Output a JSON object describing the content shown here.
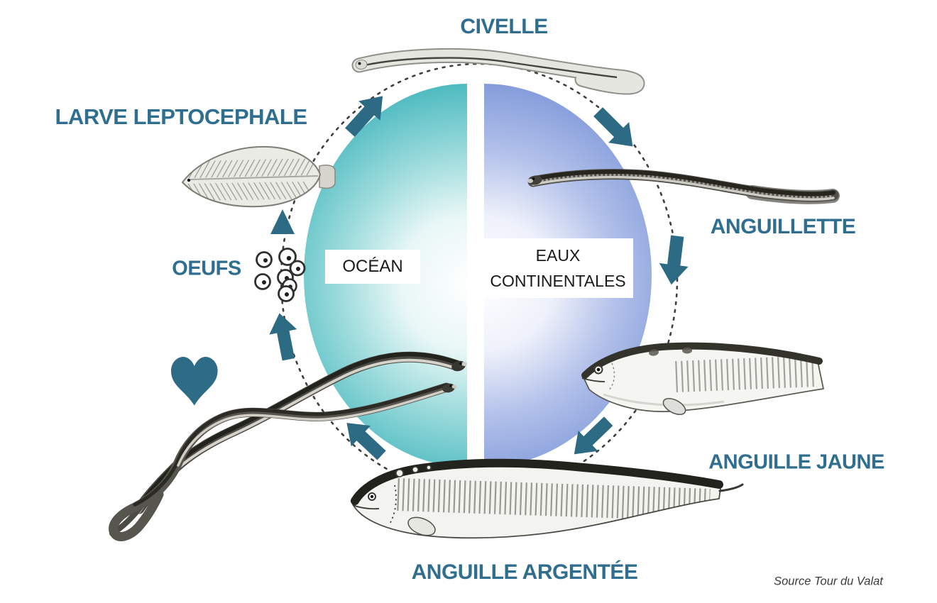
{
  "diagram": {
    "subject": "eel-life-cycle",
    "source_note": "Source Tour du Valat"
  },
  "colors": {
    "label_text": "#2f6e8f",
    "accent_arrow": "#2d6b85",
    "heart": "#2e6b87",
    "ocean_gradient_edge": "#3fb5bb",
    "ocean_gradient_center": "#ffffff",
    "continental_gradient_edge": "#7b96d8",
    "continental_gradient_center": "#ffffff",
    "dashed_line": "#3f3f3f",
    "zone_box_text": "#1a1a1a",
    "source_text": "#3a3a3a"
  },
  "zones": {
    "ocean": {
      "label": "OCÉAN"
    },
    "continental": {
      "label_line1": "EAUX",
      "label_line2": "CONTINENTALES"
    }
  },
  "stages": {
    "civelle": {
      "label": "CIVELLE"
    },
    "anguillette": {
      "label": "ANGUILLETTE"
    },
    "anguille_jaune": {
      "label": "ANGUILLE JAUNE"
    },
    "anguille_argentee": {
      "label": "ANGUILLE ARGENTÉE"
    },
    "larve_leptocephale": {
      "label": "LARVE LEPTOCEPHALE"
    },
    "oeufs": {
      "label": "OEUFS",
      "egg_count": 7
    }
  },
  "icons": {
    "heart": "heart-icon",
    "arrows": [
      {
        "name": "arrow-larve-to-civelle",
        "direction": "up-right"
      },
      {
        "name": "arrow-civelle-to-anguillette",
        "direction": "down-right"
      },
      {
        "name": "arrow-anguillette-to-jaune",
        "direction": "down"
      },
      {
        "name": "arrow-jaune-to-argentee",
        "direction": "down-left"
      },
      {
        "name": "arrow-argentee-to-adultes",
        "direction": "up-left"
      },
      {
        "name": "arrow-adultes-to-oeufs",
        "direction": "up"
      },
      {
        "name": "arrow-oeufs-to-larve",
        "direction": "up"
      }
    ]
  }
}
